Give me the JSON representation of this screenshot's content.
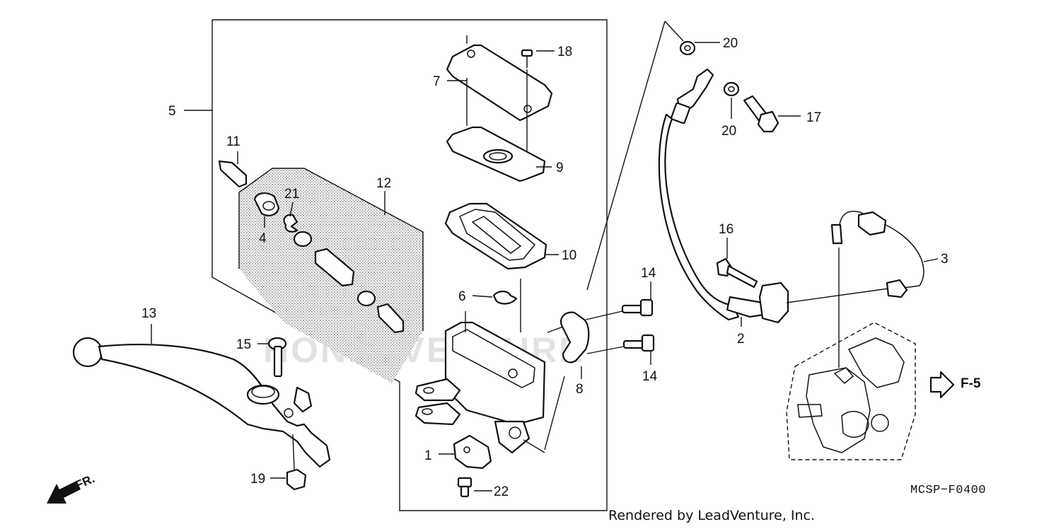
{
  "diagram": {
    "callouts": {
      "c1": "1",
      "c2": "2",
      "c3": "3",
      "c4": "4",
      "c5": "5",
      "c6": "6",
      "c7": "7",
      "c8": "8",
      "c9": "9",
      "c10": "10",
      "c11": "11",
      "c12": "12",
      "c13": "13",
      "c14a": "14",
      "c14b": "14",
      "c15": "15",
      "c16": "16",
      "c17": "17",
      "c18": "18",
      "c19": "19",
      "c20a": "20",
      "c20b": "20",
      "c21": "21",
      "c22": "22"
    },
    "section_ref": "F-5",
    "direction_label": "FR.",
    "diagram_code": "MCSP−F0400",
    "credit": "Rendered by LeadVenture, Inc.",
    "watermark": "HONDAVENTURE"
  }
}
